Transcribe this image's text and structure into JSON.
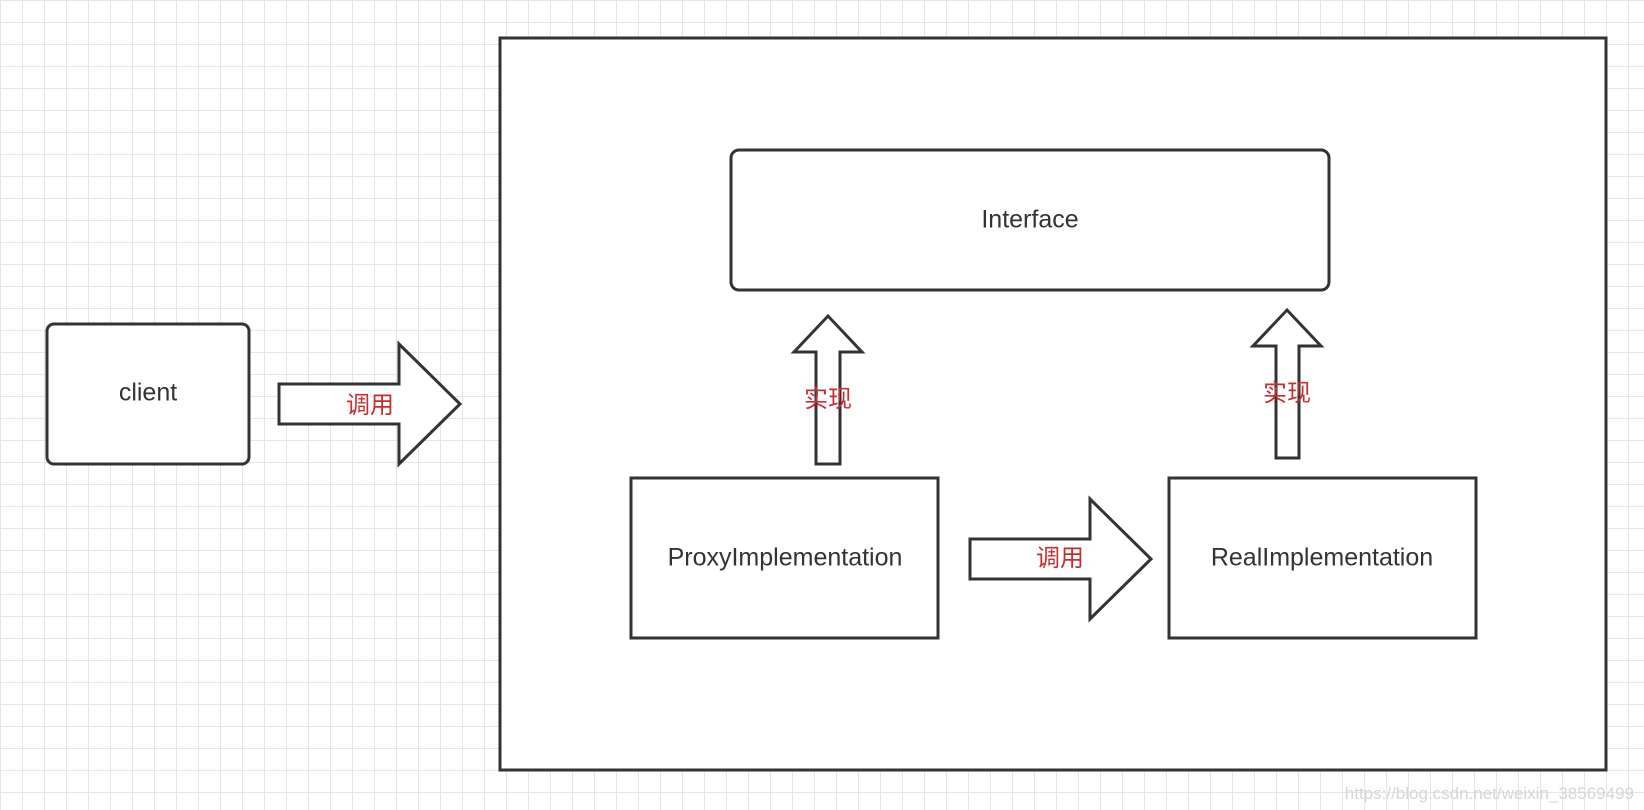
{
  "colors": {
    "stroke": "#333333",
    "node_text": "#333333",
    "arrow_label": "#c62f2f",
    "grid": "#e6e6e6"
  },
  "nodes": {
    "client": "client",
    "interface": "Interface",
    "proxy": "ProxyImplementation",
    "real": "RealImplementation"
  },
  "arrows": {
    "client_to_system": "调用",
    "proxy_implements": "实现",
    "proxy_to_real": "调用",
    "real_implements": "实现"
  },
  "watermark": "https://blog.csdn.net/weixin_38569499"
}
